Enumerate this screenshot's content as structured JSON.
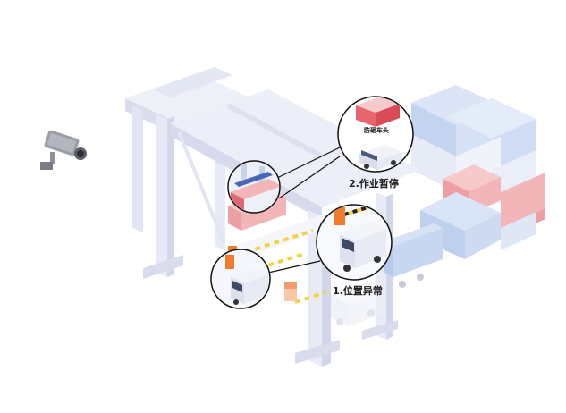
{
  "callouts": {
    "anti_lift_label": "防砸车头",
    "pause_label": "2.作业暂停",
    "position_label": "1.位置异常"
  },
  "colors": {
    "crane": "#e9ebf6",
    "crane_shadow": "#d3d7ea",
    "container_blue": "#c9d8f2",
    "container_pink": "#f2b5b8",
    "container_white": "#f3f5fb",
    "barrier_yellow": "#f3d24a",
    "booth_orange": "#f07b2c",
    "camera": "#8d8f99",
    "outline": "#111111"
  },
  "icons": [
    "camera-icon",
    "truck-icon",
    "container-icon",
    "barrier-icon"
  ]
}
